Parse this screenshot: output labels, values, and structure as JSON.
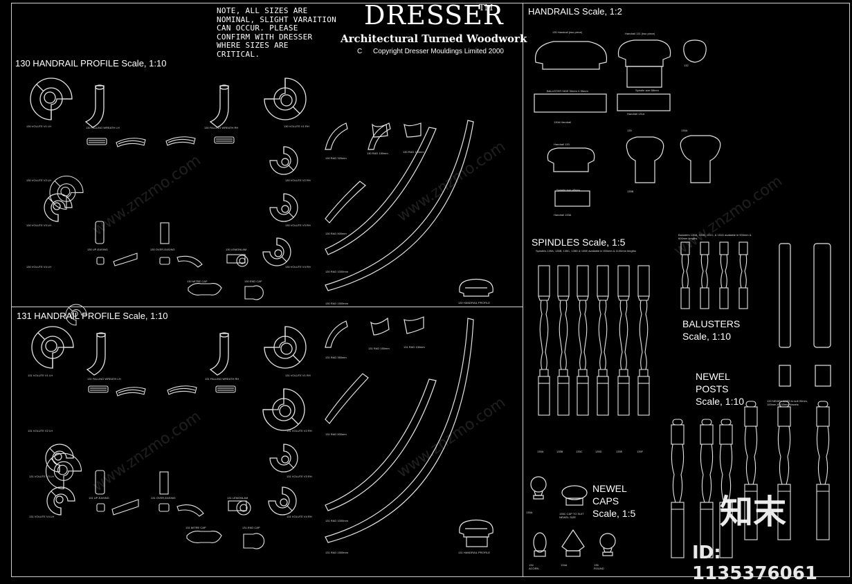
{
  "note": [
    "NOTE, ALL SIZES ARE",
    "NOMINAL, SLIGHT VARAITION",
    "CAN OCCUR. PLEASE",
    "CONFIRM WITH DRESSER",
    "WHERE  SIZES ARE",
    "CRITICAL."
  ],
  "brand": {
    "name": "DRESSER",
    "tm": "TM",
    "subtitle": "Architectural Turned Woodwork",
    "copyright_symbol": "C",
    "copyright": "Copyright Dresser Mouldings Limited 2000"
  },
  "sections": {
    "profile130": "130 HANDRAIL PROFILE  Scale, 1:10",
    "profile131": "131 HANDRAIL PROFILE    Scale, 1:10",
    "handrails": "HANDRAILS Scale, 1:2",
    "spindles": "SPINDLES Scale, 1:5",
    "balusters": [
      "BALUSTERS",
      "Scale, 1:10"
    ],
    "newel_posts": [
      "NEWEL",
      "POSTS",
      "Scale, 1:10"
    ],
    "newel_caps": [
      "NEWEL",
      "CAPS",
      "Scale, 1:5"
    ]
  },
  "labels130": {
    "v1lh": "130 VOLUTE V1 LH",
    "fall_lh": "130 FALLING WREATH LH",
    "fall_rh": "130 FALLING WREATH RH",
    "v1rh": "130 VOLUTE V1 RH",
    "v2lh": "130 VOLUTE V2 LH",
    "v2rh": "130 VOLUTE V2 RH",
    "v3lh": "130 VOLUTE V3 LH",
    "v3rh": "130 VOLUTE V3 RH",
    "v4lh": "130 VOLUTE V4 LH",
    "v4rh": "130 VOLUTE V4 RH",
    "upeasing": "130 UP-EASING",
    "overeasing": "130 OVER-EASING",
    "lemonlam": "130 LEMONLAM",
    "mitrecap": "130 MITRE CAP",
    "endcap": "130 END CAP",
    "rad1": "130 RAD 320mm",
    "rad2": "130 RAD 150mm",
    "rad3": "130 RAD 130mm",
    "rad4": "130 RAD 500mm",
    "rad5": "130 RAD 1000mm",
    "rad6": "130 RAD 1500mm",
    "profile": "130 HANDRAIL PROFILE"
  },
  "labels131": {
    "v1lh": "131 VOLUTE V1 LH",
    "fall_lh": "131 FALLING WREATH LH",
    "fall_rh": "131 FALLING WREATH RH",
    "v1rh": "131 VOLUTE V1 RH",
    "v2lh": "131 VOLUTE V2 LH",
    "v2rh": "131 VOLUTE V2 RH",
    "v3lh": "131 VOLUTE V3 LH",
    "v3rh": "131 VOLUTE V3 RH",
    "v4lh": "131 VOLUTE V4 LH",
    "v4rh": "131 VOLUTE V4 RH",
    "upeasing": "131 UP-EASING",
    "overeasing": "131 OVER-EASING",
    "lemonlam": "131 LEMONLAM",
    "mitrecap": "131 MITRE CAP",
    "endcap": "131 END CAP",
    "rad1": "131 RAD 350mm",
    "rad2": "131 RAD 150mm",
    "rad3": "131 RAD 130mm",
    "rad4": "131 RAD 500mm",
    "rad5": "131 RAD 1000mm",
    "rad6": "131 RAD 1500mm",
    "profile": "131 HANDRAIL PROFILE"
  },
  "handrail_labels": {
    "h130": "130 Handrail (two piece)",
    "h131": "Handrail 131 (two piece)",
    "h132": "132",
    "bal_size": "BALUSTER SIDE 90mm X 55mm",
    "spindle58": "Spindle size 58mm",
    "h131a": "Handrail 131A",
    "h130a": "130A Handrail",
    "h133": "Handrail 133",
    "h135": "135",
    "h135a": "135A",
    "h135b": "135B",
    "spindle45": "Spindle size 45mm",
    "h133a": "Handrail 133A"
  },
  "spindle_labels": [
    "135A",
    "135B",
    "135C",
    "135D",
    "135E",
    "135F"
  ],
  "spindle_note": "Spindles 135A, 135B, 135C, 135D & 135E available in 900mm & 1100mm lengths",
  "baluster_note": "Balusters 135A, 151B, 151C, & 151D available in 900mm & 600mm lengths",
  "newel_labels": {
    "c134": "134 ACORN",
    "c134a": "134A",
    "c135": "135 ROUND",
    "c135a": "135A",
    "c135c": "135C CAP TO SUIT NEWEL SIZE",
    "post_note": "133 NEWEL CAPS to suit 90mm, 100mm & 133mm Newels"
  },
  "watermark": "www.znzmo.com",
  "stamp": {
    "logo": "知末",
    "id": "ID: 1135376061"
  },
  "colors": {
    "background": "#000000",
    "line": "#e6e6e6",
    "text": "#ffffff"
  }
}
